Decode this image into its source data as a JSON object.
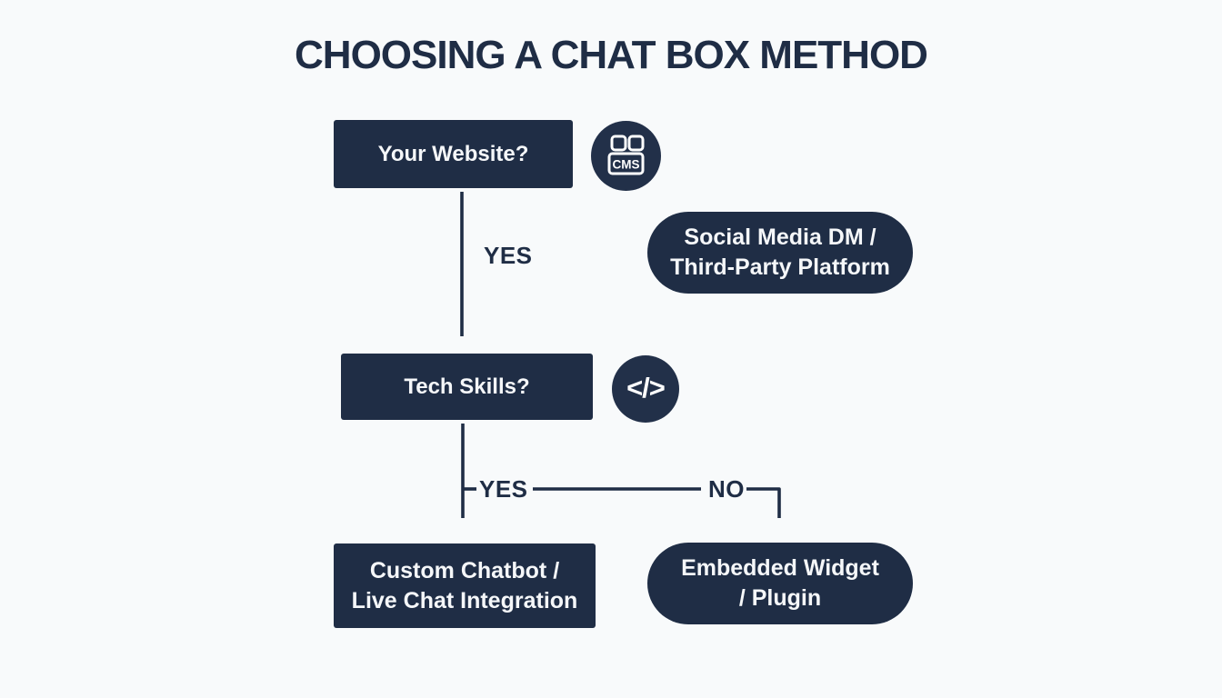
{
  "title": "CHOOSING A CHAT BOX METHOD",
  "colors": {
    "navy": "#1f2d45",
    "background": "#f8fafb",
    "node_text": "#f5f7f9",
    "icon_stroke": "#ffffff"
  },
  "nodes": {
    "your_website": {
      "label": "Your Website?"
    },
    "social_media_dm": {
      "line1": "Social Media DM /",
      "line2": "Third-Party Platform"
    },
    "tech_skills": {
      "label": "Tech Skills?"
    },
    "custom_chatbot": {
      "line1": "Custom Chatbot /",
      "line2": "Live Chat Integration"
    },
    "embedded_widget": {
      "line1": "Embedded Widget",
      "line2": "/ Plugin"
    }
  },
  "edge_labels": {
    "website_yes": "YES",
    "techskills_yes": "YES",
    "techskills_no": "NO"
  },
  "icons": {
    "cms": {
      "label": "CMS"
    },
    "code": {
      "glyph": "</>"
    }
  }
}
